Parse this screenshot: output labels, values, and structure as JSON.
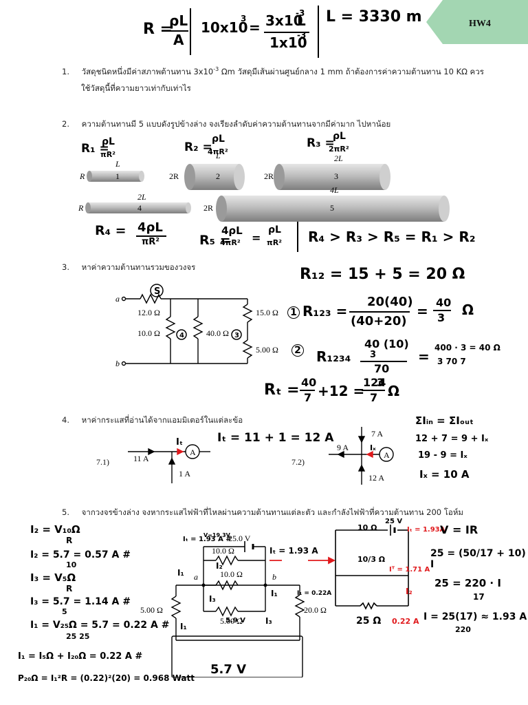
{
  "tag": {
    "label": "HW4",
    "color": "#a3d6b2"
  },
  "top_work": {
    "formula_lhs": "R =",
    "formula_num": "ρL",
    "formula_den": "A",
    "eq_num_left": "10x10",
    "eq_exp": "3",
    "eq_right_num": "3x10",
    "eq_right_exp": "-3",
    "eq_right_var": "L",
    "eq_den": "1x10",
    "eq_den_exp": "-3",
    "answer": "L = 3330 m"
  },
  "q1": {
    "number": "1.",
    "text_a": "วัสดุชนิดหนึ่งมีค่าสภาพต้านทาน 3x10",
    "exp": "-3",
    "text_b": "Ωm วัสดุมีเส้นผ่านศูนย์กลาง 1 mm ถ้าต้องการค่าความต้านทาน  10 KΩ   ควร",
    "text_c": "ใช้วัสดุนี้ที่ความยาวเท่ากับเท่าไร"
  },
  "q2": {
    "number": "2.",
    "text": "ความต้านทานมี 5 แบบดังรูปข้างล่าง  จงเรียงลำดับค่าความต้านทานจากมีค่ามาก ไปหาน้อย",
    "cyl": [
      {
        "num": "1",
        "radius_label": "R",
        "length_label": "L"
      },
      {
        "num": "2",
        "radius_label": "2R",
        "length_label": "L"
      },
      {
        "num": "3",
        "radius_label": "2R",
        "length_label": "2L"
      },
      {
        "num": "4",
        "radius_label": "R",
        "length_label": "2L"
      },
      {
        "num": "5",
        "radius_label": "2R",
        "length_label": "4L"
      }
    ],
    "hw": {
      "r1": "R₁ =",
      "r1_num": "ρL",
      "r1_den": "πR²",
      "r2": "R₂ =",
      "r2_num": "ρL",
      "r2_den": "4πR²",
      "r3": "R₃ =",
      "r3_num": "ρL",
      "r3_den": "2πR²",
      "r4": "R₄ =",
      "r4_num": "4ρL",
      "r4_den": "πR²",
      "r5": "R₅ =",
      "r5_num": "4ρL",
      "r5_den": "4πR²",
      "r5_eq": "=",
      "r5_num2": "ρL",
      "r5_den2": "πR²",
      "order": "R₄ > R₃ > R₅ = R₁ > R₂"
    }
  },
  "q3": {
    "number": "3.",
    "text": "หาค่าความต้านทานรวมของวงจร",
    "labels": {
      "a": "a",
      "b": "b",
      "r12": "12.0 Ω",
      "r10": "10.0 Ω",
      "r40": "40.0 Ω",
      "r15": "15.0 Ω",
      "r5": "5.00 Ω"
    },
    "hw": {
      "s": "S",
      "m1": "1",
      "m2": "2",
      "m3": "3",
      "m4": "4",
      "line1": "R₁₂ = 15 + 5 = 20 Ω",
      "line2a": "R₁₂₃ =",
      "line2_num": "20(40)",
      "line2_den": "(40+20)",
      "line2b": "=",
      "line2_num2": "40",
      "line2_den2": "3",
      "line2c": "Ω",
      "line3a": "R₁₂₃₄",
      "line3_num": "40 (10)",
      "line3_mid": "3",
      "line3_den": "70",
      "line3_den2": "3",
      "line3b": "=",
      "line3_c": "400 · 3 = 40 Ω",
      "line3_c_den": "3   70     7",
      "line4": "Rₜ =",
      "line4_num": "40",
      "line4_den": "7",
      "line4_b": "+12 =",
      "line4_num2": "124",
      "line4_den2": "7",
      "line4_c": "Ω"
    }
  },
  "q4": {
    "number": "4.",
    "text": "หาค่ากระแสที่อ่านได้จากแอมมิเตอร์ในแต่ละข้อ",
    "p1": {
      "label": "7.1)",
      "left": "11 A",
      "bottom": "1 A",
      "hw_it": "Iₜ",
      "hw_eq": "Iₜ = 11 + 1 = 12 A",
      "meter": "A"
    },
    "p2": {
      "label": "7.2)",
      "top": "7 A",
      "left": "9 A",
      "bottom": "12 A",
      "hw_ix": "Iₓ",
      "meter": "A",
      "hw1": "ΣIᵢₙ = ΣIₒᵤₜ",
      "hw2": "12 + 7 = 9 + Iₓ",
      "hw3": "19 - 9 = Iₓ",
      "hw4": "Iₓ = 10 A"
    }
  },
  "q5": {
    "number": "5.",
    "text": "จากวงจรข้างล่าง  จงหากระแสไฟฟ้าที่ไหลผ่านความต้านทานแต่ละตัว  และกำลังไฟฟ้าที่ความต้านทาน 200 โอห์ม",
    "labels": {
      "v": "25.0 V",
      "r10a": "10.0 Ω",
      "r10b": "10.0 Ω",
      "r5a": "5.00 Ω",
      "r5b": "5.00 Ω",
      "r20": "20.0 Ω",
      "a": "a",
      "b": "b"
    },
    "hw_left": {
      "l1": "I₂ =  V₁₀Ω",
      "l1d": "R",
      "l2": "I₂ =  5.7  = 0.57 A  #",
      "l2d": "10",
      "l3": "I₃ =  V₅Ω",
      "l3d": "R",
      "l4": "I₃ = 5.7 = 1.14 A  #",
      "l4d": "5",
      "l5": "I₁ =  V₂₅Ω = 5.7 = 0.22 A #",
      "l5d": "25     25",
      "l6": "I₁ = I₅Ω + I₂₀Ω = 0.22 A  #",
      "l7": "P₂₀Ω = I₁²R = (0.22)²(20) = 0.968 Watt"
    },
    "hw_mid": {
      "it": "Iₜ = 1.93 A #",
      "vlbl": "V=19.3V",
      "itr": "Iₜ = 1.93 A",
      "i1": "I₁ = 0.22A",
      "ia": "I₁",
      "i2": "I₂",
      "i3": "I₃",
      "i1b": "I₁",
      "v57": "5.7 V",
      "v59": "5.9 V",
      "i3b": "I₃"
    },
    "hw_right": {
      "r10": "10 Ω",
      "v25": "25 V",
      "it": "Iₜ = 1.93A",
      "vir": "V = IR",
      "r103": "10/3 Ω",
      "it2": "Iᵀ = 1.71 A",
      "i2": "I₂",
      "eq1": "25 = (50/17 + 10) I",
      "eq2": "25 =  220 · I",
      "eq2d": "17",
      "r25": "25 Ω",
      "i022": "0.22 A",
      "eq3": "I = 25(17) ≈ 1.93 A",
      "eq3d": "220"
    }
  }
}
